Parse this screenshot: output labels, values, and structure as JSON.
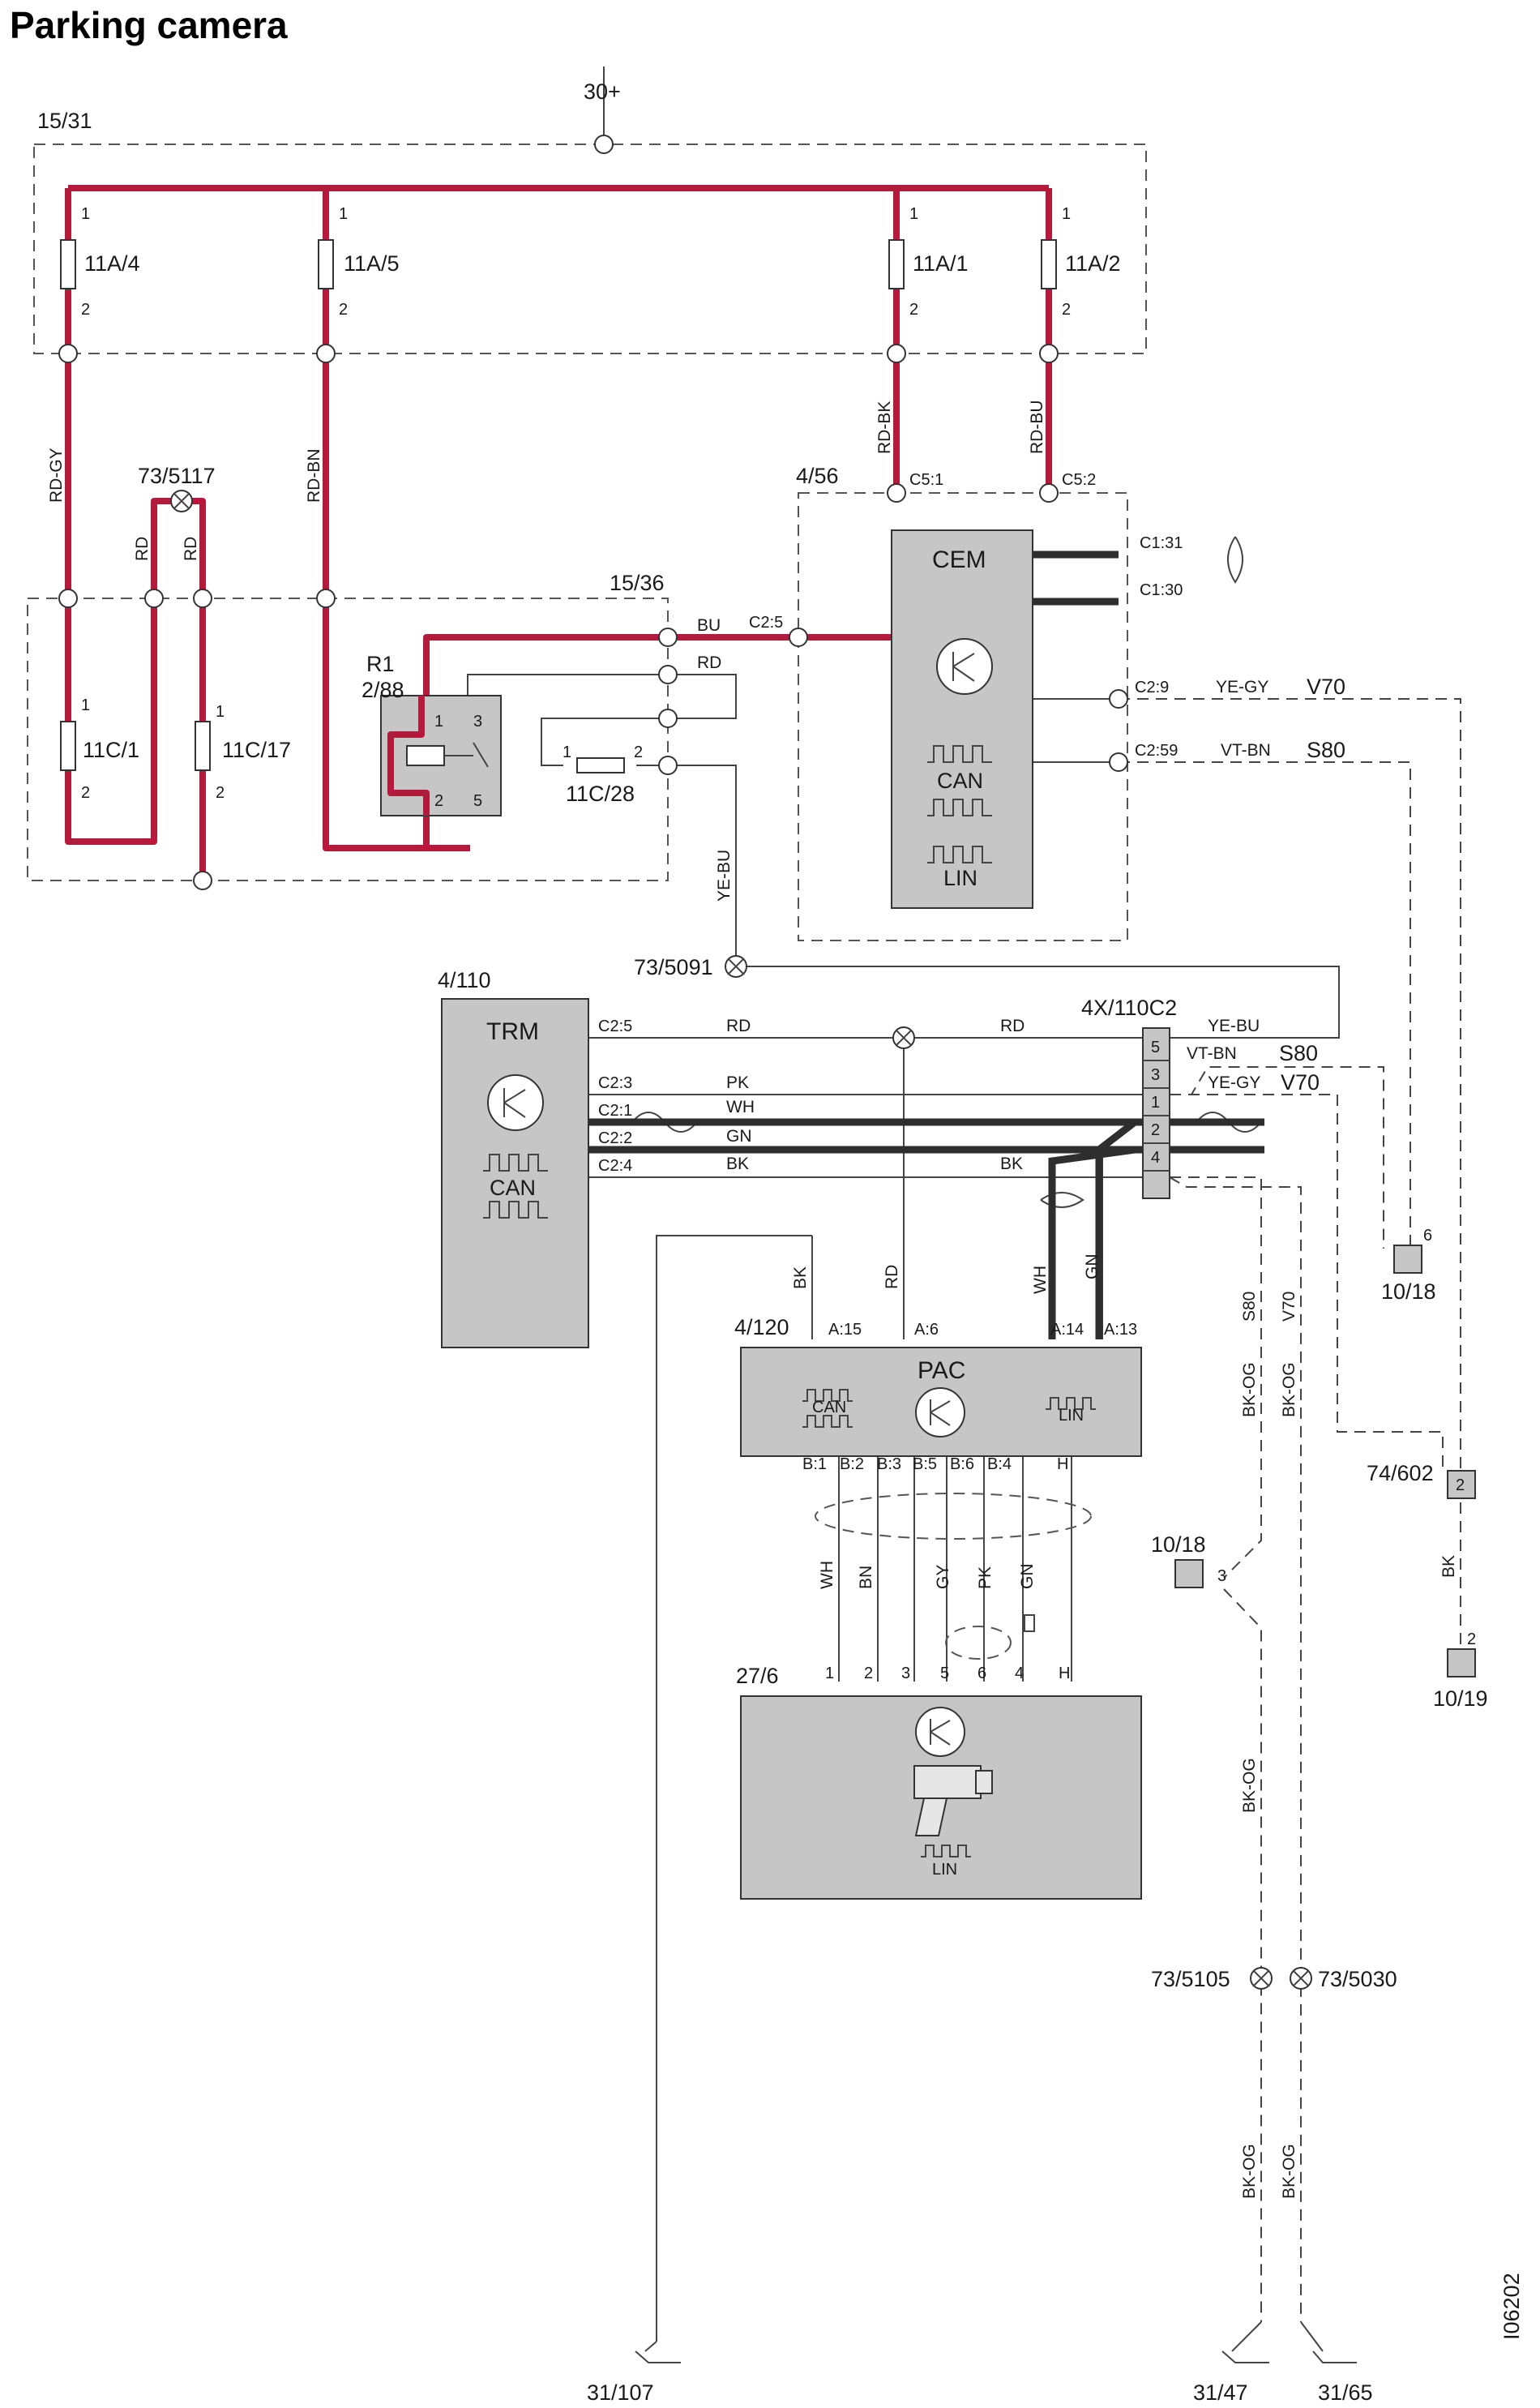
{
  "title": "Parking camera",
  "drawing_id": "I06202",
  "supply": "30+",
  "zones": {
    "fuse_box_front": "15/31",
    "fuse_box_rear": "15/36",
    "cem_box": "4/56"
  },
  "fuses": {
    "f1": "11A/4",
    "f2": "11A/5",
    "f3": "11A/1",
    "f4": "11A/2",
    "f5": "11C/1",
    "f6": "11C/17",
    "f7": "11C/28"
  },
  "relay": {
    "ref": "R1",
    "id": "2/88"
  },
  "splices": {
    "s1": "73/5117",
    "s2": "73/5091",
    "s3": "73/5105",
    "s4": "73/5030"
  },
  "modules": {
    "cem": {
      "name": "CEM",
      "bus1": "CAN",
      "bus2": "LIN"
    },
    "trm": {
      "id": "4/110",
      "name": "TRM",
      "bus": "CAN"
    },
    "pac": {
      "id": "4/120",
      "name": "PAC",
      "bus1": "CAN",
      "bus2": "LIN"
    },
    "camera": {
      "id": "27/6",
      "bus": "LIN"
    }
  },
  "connector": {
    "id": "4X/110C2",
    "pins": [
      "5",
      "3",
      "1",
      "2",
      "4"
    ]
  },
  "grounds": {
    "g1": "31/107",
    "g2": "31/47",
    "g3": "31/65",
    "g4": "10/18",
    "g5": "10/18",
    "g6": "10/19",
    "g7": "74/602"
  },
  "pins": {
    "one": "1",
    "two": "2",
    "three": "3",
    "four": "4",
    "five": "5",
    "six": "6",
    "c51": "C5:1",
    "c52": "C5:2",
    "c131": "C1:31",
    "c130": "C1:30",
    "c29": "C2:9",
    "c259": "C2:59",
    "c25": "C2:5",
    "c23": "C2:3",
    "c21": "C2:1",
    "c22": "C2:2",
    "c24": "C2:4",
    "a15": "A:15",
    "a6": "A:6",
    "a14": "A:14",
    "a13": "A:13",
    "b1": "B:1",
    "b2": "B:2",
    "b3": "B:3",
    "b5": "B:5",
    "b6": "B:6",
    "b4": "B:4",
    "h": "H"
  },
  "wire_colors": {
    "rd_gy": "RD-GY",
    "rd_bn": "RD-BN",
    "rd_bk": "RD-BK",
    "rd_bu": "RD-BU",
    "rd": "RD",
    "bu": "BU",
    "ye_bu": "YE-BU",
    "ye_gy": "YE-GY",
    "vt_bn": "VT-BN",
    "pk": "PK",
    "wh": "WH",
    "gn": "GN",
    "bk": "BK",
    "bn": "BN",
    "gy": "GY",
    "bk_og": "BK-OG"
  },
  "variants": {
    "v70": "V70",
    "s80": "S80"
  }
}
